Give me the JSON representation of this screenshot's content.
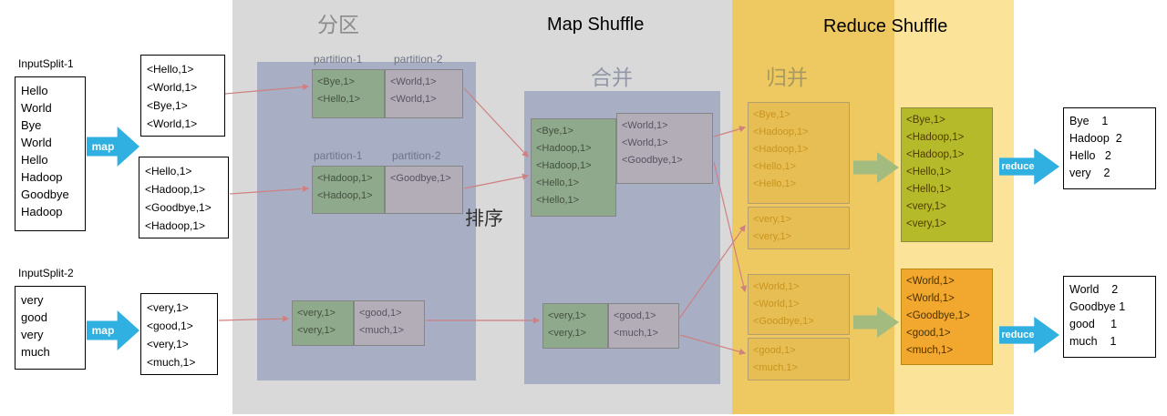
{
  "titles": {
    "partition_cn": "分区",
    "map_shuffle": "Map Shuffle",
    "reduce_shuffle": "Reduce Shuffle",
    "combine_cn": "合并",
    "merge_cn": "归并",
    "sort_cn": "排序"
  },
  "labels": {
    "map": "map",
    "reduce": "reduce"
  },
  "inputs": {
    "split1": {
      "label": "InputSplit-1",
      "lines": [
        "Hello",
        "World",
        "Bye",
        "World",
        "Hello",
        "Hadoop",
        "Goodbye",
        "Hadoop"
      ]
    },
    "split2": {
      "label": "InputSplit-2",
      "lines": [
        "very",
        "good",
        "very",
        "much"
      ]
    }
  },
  "map_outputs": {
    "kv1": [
      "<Hello,1>",
      "<World,1>",
      "<Bye,1>",
      "<World,1>"
    ],
    "kv2": [
      "<Hello,1>",
      "<Hadoop,1>",
      "<Goodbye,1>",
      "<Hadoop,1>"
    ],
    "kv3": [
      "<very,1>",
      "<good,1>",
      "<very,1>",
      "<much,1>"
    ]
  },
  "partition": {
    "header1": "partition-1",
    "header2": "partition-2",
    "row1_p1": [
      "<Bye,1>",
      "<Hello,1>"
    ],
    "row1_p2": [
      "<World,1>",
      "<World,1>"
    ],
    "row2_p1": [
      "<Hadoop,1>",
      "<Hadoop,1>"
    ],
    "row2_p2": [
      "<Goodbye,1>"
    ],
    "row3_p1": [
      "<very,1>",
      "<very,1>"
    ],
    "row3_p2": [
      "<good,1>",
      "<much,1>"
    ]
  },
  "merge": {
    "top_green": [
      "<Bye,1>",
      "<Hadoop,1>",
      "<Hadoop,1>",
      "<Hello,1>",
      "<Hello,1>"
    ],
    "top_gray": [
      "<World,1>",
      "<World,1>",
      "<Goodbye,1>"
    ],
    "bottom_green": [
      "<very,1>",
      "<very,1>"
    ],
    "bottom_gray": [
      "<good,1>",
      "<much,1>"
    ]
  },
  "reduce_shuffle": {
    "spill_a": [
      "<Bye,1>",
      "<Hadoop,1>",
      "<Hadoop,1>",
      "<Hello,1>",
      "<Hello,1>"
    ],
    "spill_b": [
      "<very,1>",
      "<very,1>"
    ],
    "spill_c": [
      "<World,1>",
      "<World,1>",
      "<Goodbye,1>"
    ],
    "spill_d": [
      "<good,1>",
      "<much,1>"
    ],
    "merged_green": [
      "<Bye,1>",
      "<Hadoop,1>",
      "<Hadoop,1>",
      "<Hello,1>",
      "<Hello,1>",
      "<very,1>",
      "<very,1>"
    ],
    "merged_orange": [
      "<World,1>",
      "<World,1>",
      "<Goodbye,1>",
      "<good,1>",
      "<much,1>"
    ]
  },
  "outputs": {
    "result1": [
      "Bye    1",
      "Hadoop  2",
      "Hello   2",
      "very    2"
    ],
    "result2": [
      "World    2",
      "Goodbye 1",
      "good     1",
      "much    1"
    ]
  },
  "colors": {
    "map_region_bg": "#d9d9d9",
    "reduce_region_dark": "#eec860",
    "reduce_region_light": "#fbe49a",
    "panel_blue": "#96a0bf",
    "partition_green": "#8fa98c",
    "partition_gray": "#b2adb7",
    "merged_olive": "#b5ba2a",
    "merged_orange": "#f2a72e",
    "map_arrow_blue": "#2fb0e0",
    "merge_arrow_green": "#a4bb80",
    "connector_red": "#cf8080"
  }
}
